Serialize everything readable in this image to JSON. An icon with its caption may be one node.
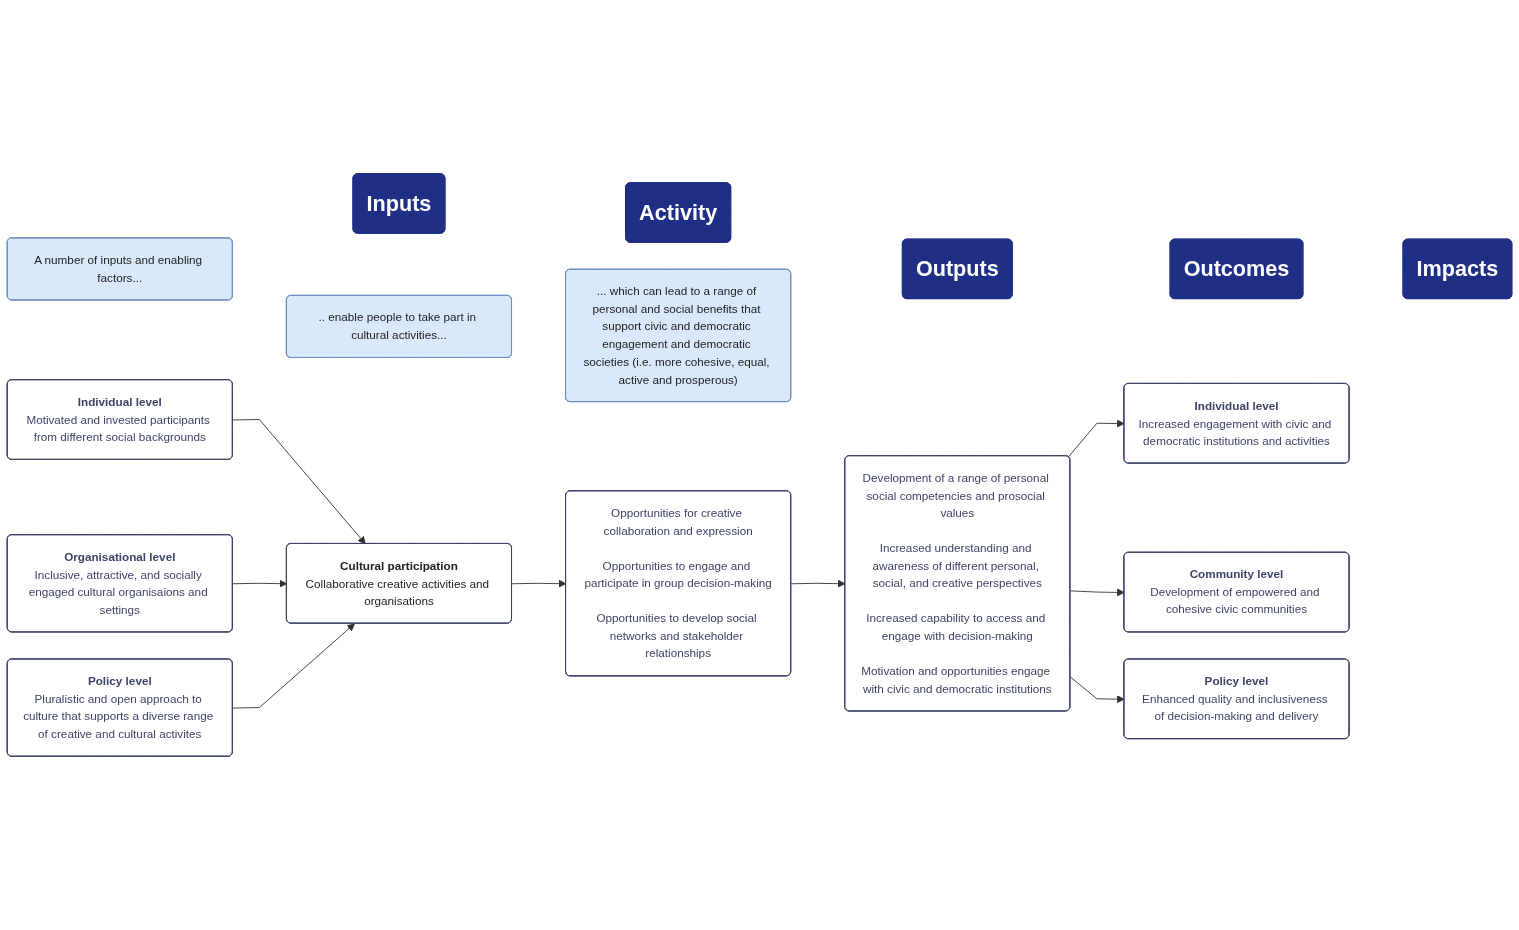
{
  "diagram": {
    "nodes": [
      {
        "text": [
          "A number of inputs and enabling factors..."
        ]
      },
      {
        "text": [
          ".. enable people to take part in cultural activities..."
        ]
      },
      {
        "text": [
          "... which can lead to a range of personal and social benefits that support civic and democratic engagement and democratic societies (i.e. more cohesive, equal, active and prosperous)"
        ]
      },
      {
        "text": [
          "Inputs"
        ]
      },
      {
        "text": [
          "Activity"
        ]
      },
      {
        "text": [
          "Outputs"
        ]
      },
      {
        "text": [
          "Outcomes"
        ]
      },
      {
        "text": [
          "Impacts"
        ]
      },
      {
        "text": [
          "Individual level",
          "Motivated and invested participants from different social backgrounds"
        ]
      },
      {
        "text": [
          "Organisational level",
          "Inclusive, attractive, and socially engaged cultural organisaions and settings"
        ]
      },
      {
        "text": [
          "Policy level",
          "Pluralistic and open approach to culture that supports a diverse range of creative and cultural activites"
        ]
      },
      {
        "text": [
          "Cultural participation",
          "Collaborative creative activities and organisations"
        ]
      },
      {
        "text": [
          "Opportunities for creative collaboration and expression",
          "Opportunities to engage and participate in group decision-making",
          "Opportunities to develop social networks and stakeholder relationships"
        ]
      },
      {
        "text": [
          "Development of a range of personal social competencies and prosocial values",
          "Increased understanding and awareness of different personal, social, and creative perspectives",
          "Increased capability to access and engage with decision-making",
          "Motivation and opportunities engage with civic and democratic institutions"
        ]
      },
      {
        "text": [
          "Individual level",
          "Increased engagement with civic and democratic institutions and activities"
        ]
      },
      {
        "text": [
          "Community level",
          "Development of empowered and cohesive civic communities"
        ]
      },
      {
        "text": [
          "Policy level",
          "Enhanced quality and inclusiveness of decision-making and delivery"
        ]
      }
    ],
    "edges": [
      {
        "from": 8,
        "to": 11,
        "arrow": "to"
      },
      {
        "from": 9,
        "to": 11,
        "arrow": "to"
      },
      {
        "from": 10,
        "to": 11,
        "arrow": "to"
      },
      {
        "from": 11,
        "to": 12,
        "arrow": "to"
      },
      {
        "from": 12,
        "to": 13,
        "arrow": "to"
      },
      {
        "from": 13,
        "to": 14,
        "arrow": "to"
      },
      {
        "from": 13,
        "to": 15,
        "arrow": "to"
      },
      {
        "from": 13,
        "to": 16,
        "arrow": "to"
      }
    ]
  }
}
